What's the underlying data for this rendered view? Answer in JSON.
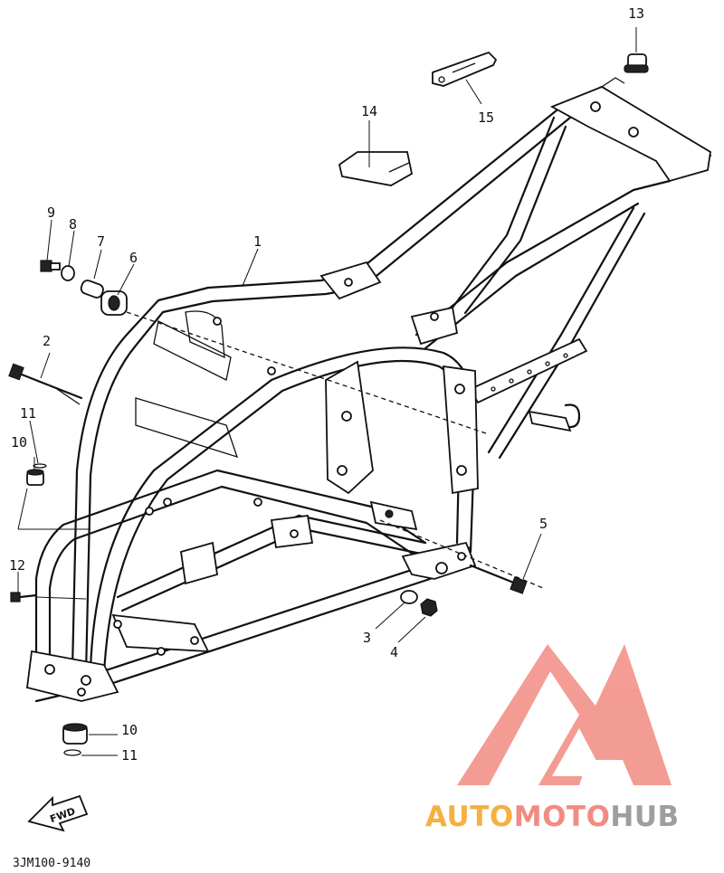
{
  "diagram": {
    "part_code": "3JM100-9140",
    "fwd_label": "FWD",
    "callouts": [
      "1",
      "2",
      "3",
      "4",
      "5",
      "6",
      "7",
      "8",
      "9",
      "10",
      "10",
      "11",
      "11",
      "12",
      "13",
      "14",
      "15"
    ]
  },
  "watermark": {
    "brand_auto": "AUTO",
    "brand_moto": "MOTO",
    "brand_hub": "HUB",
    "color_accent": "#f28b82",
    "color_auto": "#f5b041",
    "color_hub": "#9e9e9e"
  }
}
